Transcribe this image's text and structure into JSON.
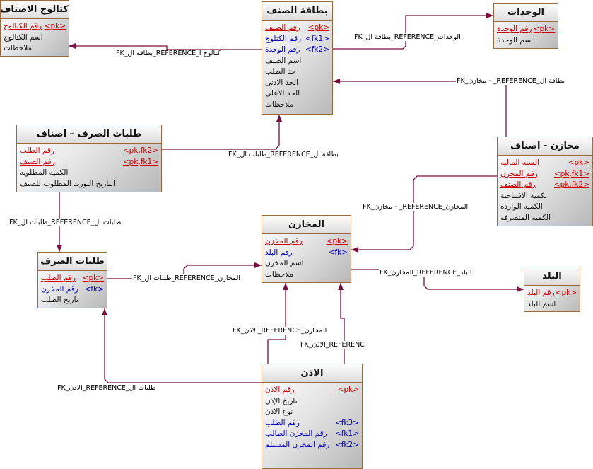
{
  "colors": {
    "line": "#7a0f3f",
    "pk": "#d00000",
    "fk": "#0000c0",
    "border": "#9a6a3a"
  },
  "entities": [
    {
      "id": "catalog",
      "title": "كتالوج الاصناف",
      "attrs": [
        {
          "name": "رقم الكتالوج",
          "key": "<pk>",
          "type": "pk"
        },
        {
          "name": "اسم الكتالوج",
          "key": "",
          "type": "plain"
        },
        {
          "name": "ملاحظات",
          "key": "",
          "type": "plain"
        }
      ]
    },
    {
      "id": "item-card",
      "title": "بطاقة الصنف",
      "attrs": [
        {
          "name": "رقم الصنف",
          "key": "<pk>",
          "type": "pk"
        },
        {
          "name": "رقم الكتلوج",
          "key": "<fk1>",
          "type": "fk"
        },
        {
          "name": "رقم الوحدة",
          "key": "<fk2>",
          "type": "fk"
        },
        {
          "name": "اسم الصنف",
          "key": "",
          "type": "plain"
        },
        {
          "name": "حد الطلب",
          "key": "",
          "type": "plain"
        },
        {
          "name": "الحد الادنى",
          "key": "",
          "type": "plain"
        },
        {
          "name": "الحد الاعلى",
          "key": "",
          "type": "plain"
        },
        {
          "name": "ملاحظات",
          "key": "",
          "type": "plain"
        }
      ]
    },
    {
      "id": "units",
      "title": "الوحدات",
      "attrs": [
        {
          "name": "رقم الوحدة",
          "key": "<pk>",
          "type": "pk"
        },
        {
          "name": "اسم الوحدة",
          "key": "",
          "type": "plain"
        }
      ]
    },
    {
      "id": "request-items",
      "title": "طلبات الصرف – اصناف",
      "attrs": [
        {
          "name": "رقم الطلب",
          "key": "<pk,fk2>",
          "type": "pk"
        },
        {
          "name": "رقم الصنف",
          "key": "<pk,fk1>",
          "type": "pk"
        },
        {
          "name": "الكميه المطلوبه",
          "key": "",
          "type": "plain"
        },
        {
          "name": "التاريخ التوريد المطلوب للصنف",
          "key": "",
          "type": "plain"
        }
      ]
    },
    {
      "id": "store-items",
      "title": "مخازن - اصناف",
      "attrs": [
        {
          "name": "السنه الماليه",
          "key": "<pk>",
          "type": "pk"
        },
        {
          "name": "رقم المخزن",
          "key": "<pk,fk1>",
          "type": "pk"
        },
        {
          "name": "رقم الصنف",
          "key": "<pk,fk2>",
          "type": "pk"
        },
        {
          "name": "الكميه الافتتاحية",
          "key": "",
          "type": "plain"
        },
        {
          "name": "الكميه الوارده",
          "key": "",
          "type": "plain"
        },
        {
          "name": "الكميه المنصرفه",
          "key": "",
          "type": "plain"
        }
      ]
    },
    {
      "id": "stores",
      "title": "المخازن",
      "attrs": [
        {
          "name": "رقم المخزن",
          "key": "<pk>",
          "type": "pk"
        },
        {
          "name": "رقم البلد",
          "key": "<fk>",
          "type": "fk"
        },
        {
          "name": "اسم المخزن",
          "key": "",
          "type": "plain"
        },
        {
          "name": "ملاحظات",
          "key": "",
          "type": "plain"
        }
      ]
    },
    {
      "id": "country",
      "title": "البلد",
      "attrs": [
        {
          "name": "رقم البلد",
          "key": "<pk>",
          "type": "pk"
        },
        {
          "name": "اسم البلد",
          "key": "",
          "type": "plain"
        }
      ]
    },
    {
      "id": "requests",
      "title": "طلبات الصرف",
      "attrs": [
        {
          "name": "رقم الطلب",
          "key": "<pk>",
          "type": "pk"
        },
        {
          "name": "رقم المخزن",
          "key": "<fk>",
          "type": "fk"
        },
        {
          "name": "تاريخ الطلب",
          "key": "",
          "type": "plain"
        }
      ]
    },
    {
      "id": "permit",
      "title": "الاذن",
      "attrs": [
        {
          "name": "رقم الاذن",
          "key": "<pk>",
          "type": "pk"
        },
        {
          "name": "تاريخ الإذن",
          "key": "",
          "type": "plain"
        },
        {
          "name": "نوع الاذن",
          "key": "",
          "type": "plain"
        },
        {
          "name": "رقم الطلب",
          "key": "<fk3>",
          "type": "fk"
        },
        {
          "name": "رقم المخزن الطالب",
          "key": "<fk1>",
          "type": "fk"
        },
        {
          "name": "رقم المخزن المستلم",
          "key": "<fk2>",
          "type": "fk"
        }
      ]
    }
  ],
  "relationships": [
    {
      "label": "FK_بطاقة ال_REFERENCE_كتالوج ا"
    },
    {
      "label": "FK_بطاقة ال_REFERENCE_الوحدات"
    },
    {
      "label": "FK_مخازن - _REFERENCE_بطاقة ال"
    },
    {
      "label": "FK_طلبات ال_REFERENCE_بطاقة ال"
    },
    {
      "label": "FK_طلبات ال_REFERENCE_طلبات ال"
    },
    {
      "label": "FK_مخازن - _REFERENCE_المخازن"
    },
    {
      "label": "FK_المخازن_REFERENCE_البلد"
    },
    {
      "label": "FK_طلبات ال_REFERENCE_المخازن"
    },
    {
      "label": "FK_الاذن_REFERENCE_المخازن"
    },
    {
      "label": "FK_الاذن_REFERENC"
    },
    {
      "label": "FK_الاذن_REFERENCE_طلبات ال"
    }
  ]
}
